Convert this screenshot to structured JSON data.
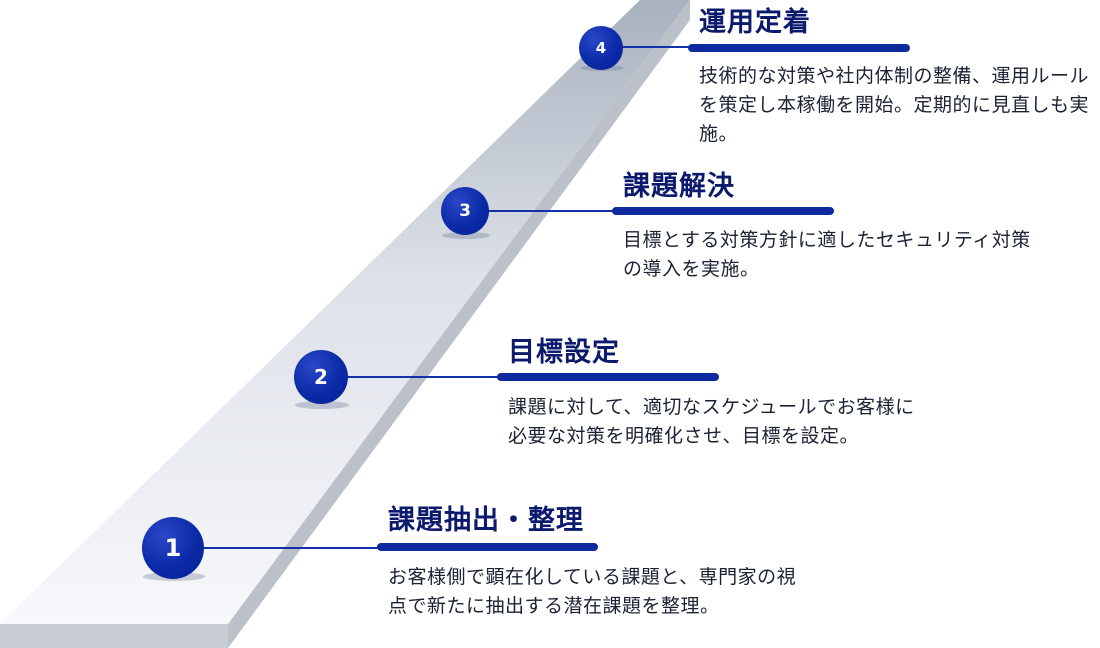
{
  "colors": {
    "accent": "#0e2a9e",
    "title_text": "#0c1a6e",
    "body_text": "#1b2233",
    "road_top": "#a9b1bf",
    "road_bottom": "#f7f8fb",
    "road_edge": "#bcc1c9"
  },
  "steps": [
    {
      "number": "1",
      "title": "課題抽出・整理",
      "description": "お客様側で顕在化している課題と、専門家の視点で新たに抽出する潜在課題を整理。"
    },
    {
      "number": "2",
      "title": "目標設定",
      "description": "課題に対して、適切なスケジュールでお客様に必要な対策を明確化させ、目標を設定。"
    },
    {
      "number": "3",
      "title": "課題解決",
      "description": "目標とする対策方針に適したセキュリティ対策の導入を実施。"
    },
    {
      "number": "4",
      "title": "運用定着",
      "description": "技術的な対策や社内体制の整備、運用ルールを策定し本稼働を開始。定期的に見直しも実施。"
    }
  ]
}
